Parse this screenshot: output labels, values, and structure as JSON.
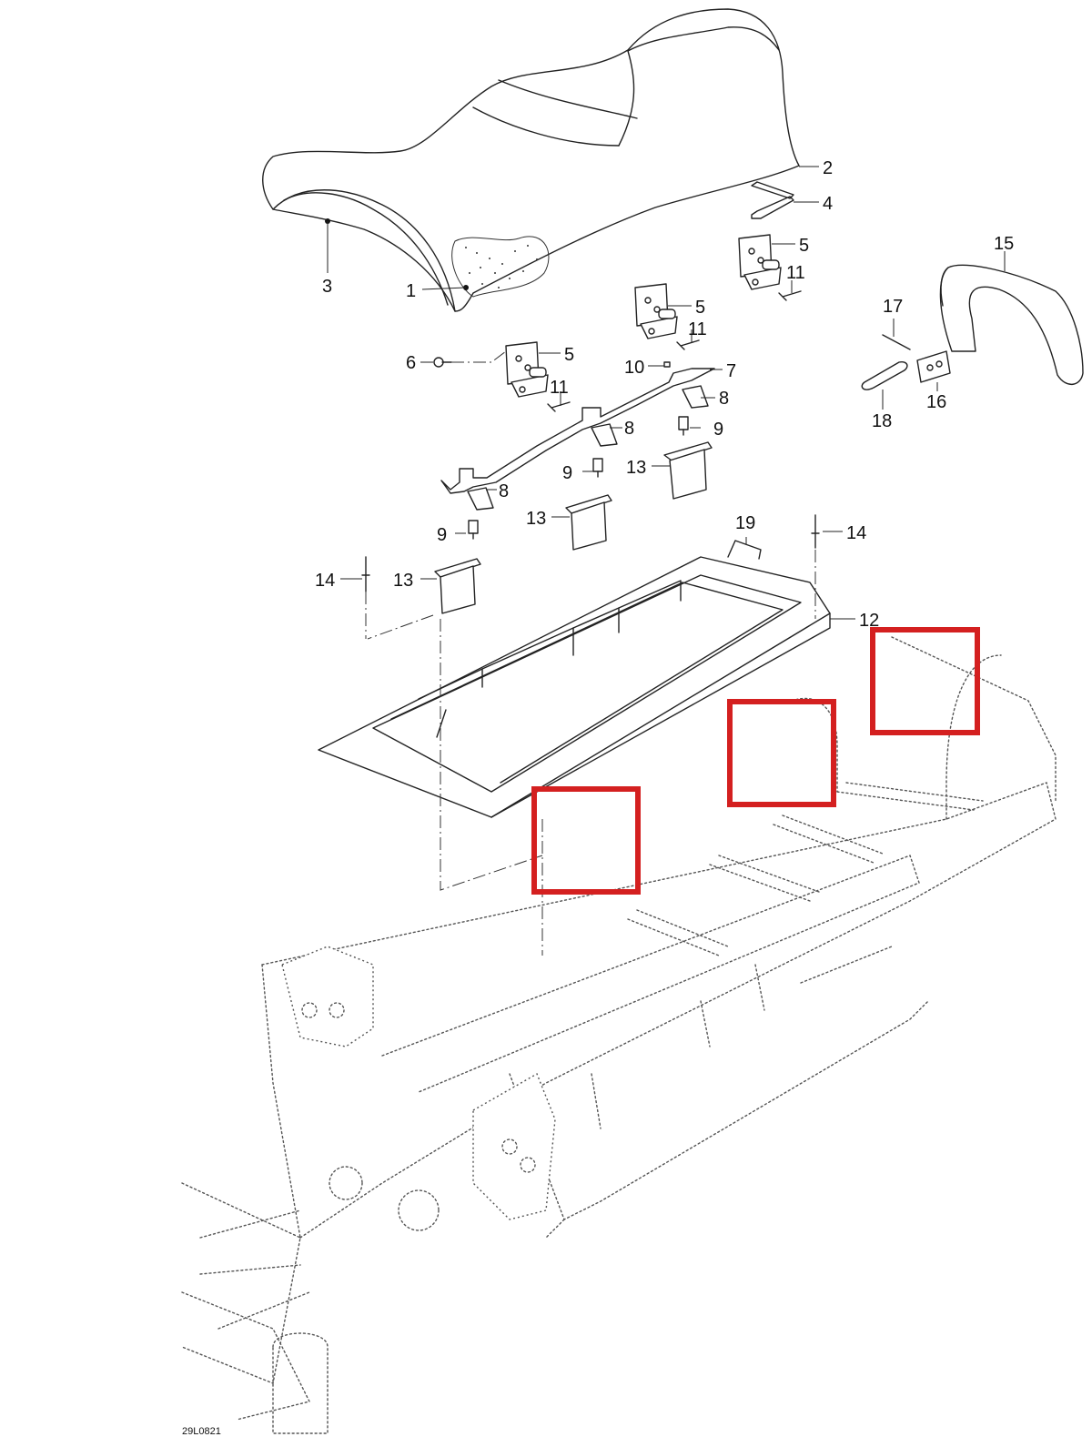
{
  "diagram": {
    "drawing_id": "29L0821",
    "callouts": [
      {
        "id": "c2",
        "label": "2"
      },
      {
        "id": "c4",
        "label": "4"
      },
      {
        "id": "c5a",
        "label": "5"
      },
      {
        "id": "c11a",
        "label": "11"
      },
      {
        "id": "c15",
        "label": "15"
      },
      {
        "id": "c3",
        "label": "3"
      },
      {
        "id": "c1",
        "label": "1"
      },
      {
        "id": "c5b",
        "label": "5"
      },
      {
        "id": "c11b",
        "label": "11"
      },
      {
        "id": "c17",
        "label": "17"
      },
      {
        "id": "c6",
        "label": "6"
      },
      {
        "id": "c5c",
        "label": "5"
      },
      {
        "id": "c10",
        "label": "10"
      },
      {
        "id": "c7",
        "label": "7"
      },
      {
        "id": "c11c",
        "label": "11"
      },
      {
        "id": "c8a",
        "label": "8"
      },
      {
        "id": "c16",
        "label": "16"
      },
      {
        "id": "c18",
        "label": "18"
      },
      {
        "id": "c8b",
        "label": "8"
      },
      {
        "id": "c9a",
        "label": "9"
      },
      {
        "id": "c9b",
        "label": "9"
      },
      {
        "id": "c13a",
        "label": "13"
      },
      {
        "id": "c8c",
        "label": "8"
      },
      {
        "id": "c13b",
        "label": "13"
      },
      {
        "id": "c19",
        "label": "19"
      },
      {
        "id": "c9c",
        "label": "9"
      },
      {
        "id": "c14a",
        "label": "14"
      },
      {
        "id": "c14b",
        "label": "14"
      },
      {
        "id": "c13c",
        "label": "13"
      },
      {
        "id": "c12",
        "label": "12"
      }
    ],
    "highlight_color": "#d42020",
    "highlights": 3
  }
}
